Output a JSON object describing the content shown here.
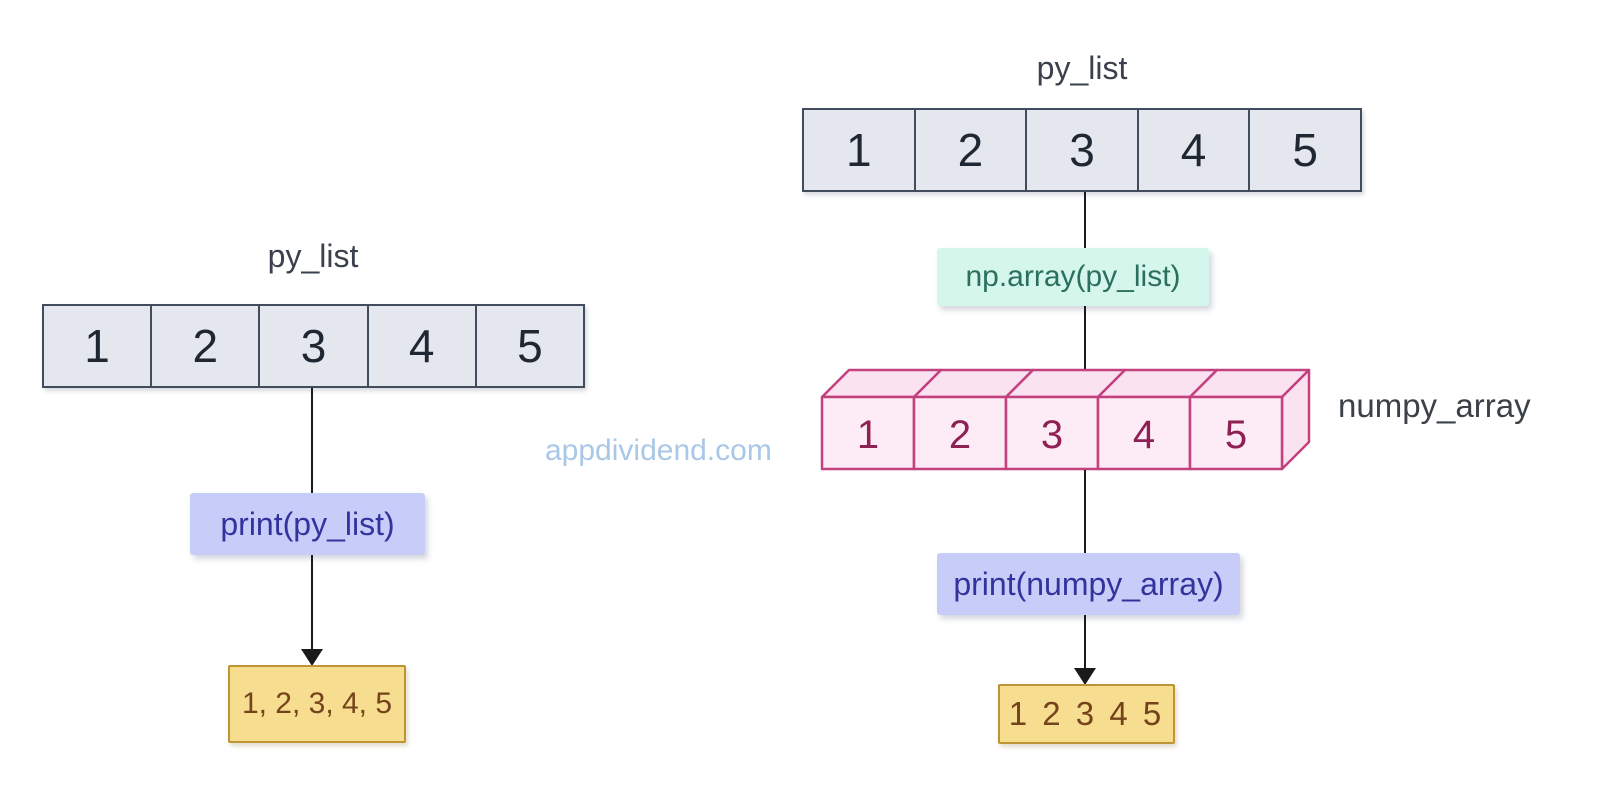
{
  "watermark": "appdividend.com",
  "left_flow": {
    "list_label": "py_list",
    "list_cells": [
      "1",
      "2",
      "3",
      "4",
      "5"
    ],
    "print_label": "print(py_list)",
    "output": "1, 2, 3, 4, 5"
  },
  "right_flow": {
    "list_label": "py_list",
    "list_cells": [
      "1",
      "2",
      "3",
      "4",
      "5"
    ],
    "convert_label": "np.array(py_list)",
    "numpy_label": "numpy_array",
    "numpy_cells": [
      "1",
      "2",
      "3",
      "4",
      "5"
    ],
    "print_label": "print(numpy_array)",
    "output": "1 2 3 4 5"
  },
  "colors": {
    "list_cell_fill": "#e4e8ee",
    "list_cell_border": "#414c5c",
    "lavender_box": "#c7cdf8",
    "lavender_text": "#33339e",
    "mint_box": "#d5f6eb",
    "mint_text": "#2c6f5f",
    "pink_front": "#fdebf5",
    "pink_top": "#fbe2f0",
    "pink_border": "#c3417f",
    "pink_text": "#8e2154",
    "yellow_fill": "#f6dd90",
    "yellow_border": "#bf9434",
    "yellow_text": "#74431b",
    "watermark_text": "#a9c7e7",
    "connector": "#1a1a1a"
  }
}
